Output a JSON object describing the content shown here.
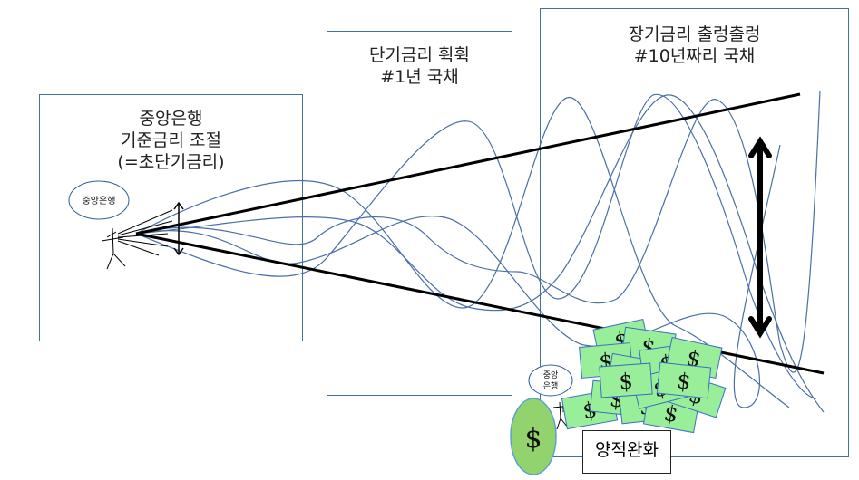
{
  "panels": {
    "central_bank": {
      "title": "중앙은행\n기준금리 조절\n(=초단기금리)"
    },
    "short_term": {
      "title": "단기금리 휙휙\n#1년 국채"
    },
    "long_term": {
      "title": "장기금리 출렁출렁\n#10년짜리 국채"
    }
  },
  "figures": {
    "central_bank_bubble": "중앙은행",
    "qe_bubble_line1": "중앙",
    "qe_bubble_line2": "은행"
  },
  "qe_label": "양적완화",
  "money_symbol": "$",
  "colors": {
    "panel_border": "#41719c",
    "wave": "#4a6fa5",
    "bill_fill": "#99ee99",
    "bill_border": "#3a6fc4",
    "bag_fill": "#92d36e"
  }
}
